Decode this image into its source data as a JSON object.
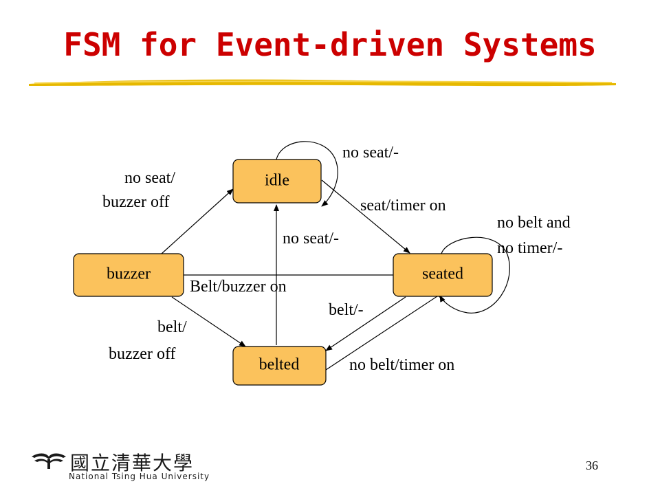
{
  "slide": {
    "title": "FSM for Event-driven Systems",
    "page_number": "36"
  },
  "states": {
    "idle": "idle",
    "seated": "seated",
    "buzzer": "buzzer",
    "belted": "belted"
  },
  "transitions": {
    "idle_self": "no seat/-",
    "idle_to_seated": "seat/timer on",
    "seated_self_line1": "no belt and",
    "seated_self_line2": "no timer/-",
    "seated_to_buzzer": "Belt/buzzer on",
    "seated_to_belted": "belt/-",
    "belted_to_seated": "no belt/timer on",
    "belted_to_idle": "no seat/-",
    "buzzer_to_idle_line1": "no seat/",
    "buzzer_to_idle_line2": "buzzer off",
    "buzzer_to_belted_line1": "belt/",
    "buzzer_to_belted_line2": "buzzer off"
  },
  "logo": {
    "chinese_name": "國立清華大學",
    "english_name": "National Tsing Hua University"
  },
  "colors": {
    "title": "#cc0000",
    "state_fill": "#fbc25c",
    "underline": "#e6b800"
  }
}
